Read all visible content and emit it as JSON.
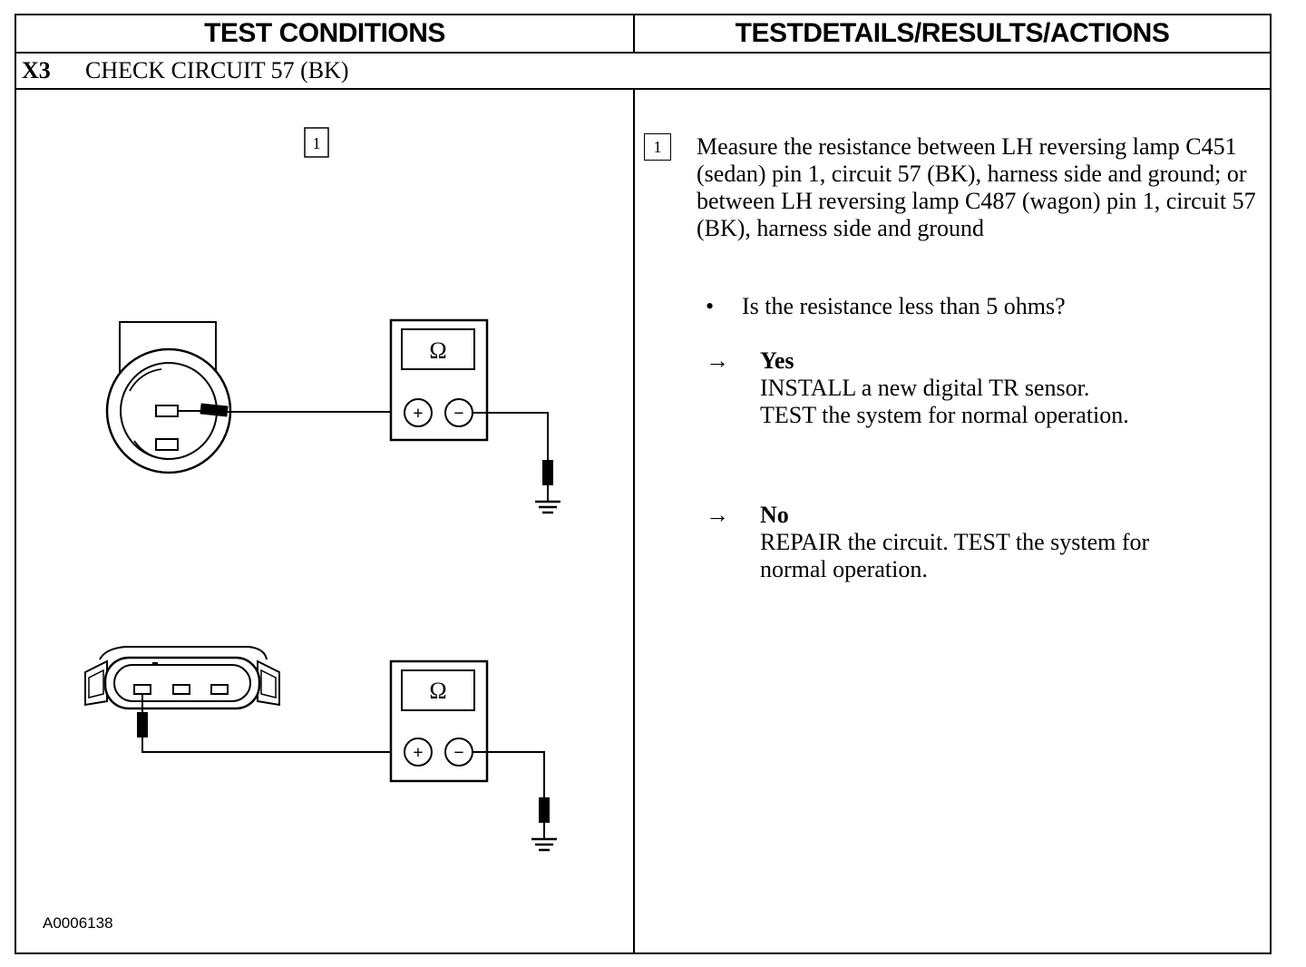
{
  "header": {
    "left_title": "TEST CONDITIONS",
    "right_title": "TESTDETAILS/RESULTS/ACTIONS"
  },
  "step": {
    "id": "X3",
    "title": "CHECK CIRCUIT 57 (BK)"
  },
  "figure": {
    "callout": "1",
    "meter_symbol": "Ω",
    "plus_symbol": "+",
    "minus_symbol": "−",
    "figure_id": "A0006138"
  },
  "details": {
    "callout": "1",
    "instruction": "Measure the resistance between LH reversing lamp C451 (sedan) pin 1, circuit 57 (BK), harness side and ground; or between LH reversing lamp C487 (wagon) pin 1, circuit 57 (BK), harness side and ground",
    "bullet": "•",
    "question": "Is the resistance less than 5 ohms?",
    "arrow": "→",
    "yes": {
      "label": "Yes",
      "line1": "INSTALL a new digital TR sensor.",
      "line2": "TEST the system for normal operation."
    },
    "no": {
      "label": "No",
      "line1": "REPAIR the circuit. TEST the system for",
      "line2": "normal operation."
    }
  }
}
